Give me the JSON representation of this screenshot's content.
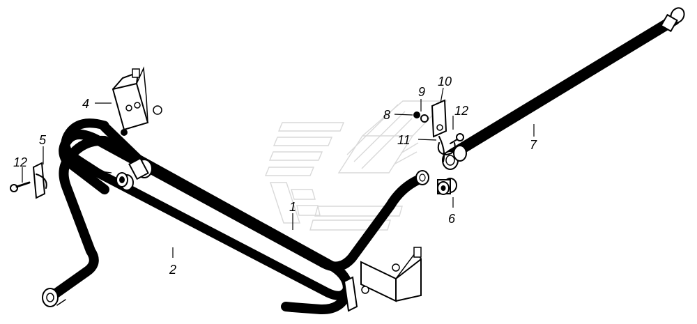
{
  "labels": {
    "l1": "1",
    "l2": "2",
    "l4": "4",
    "l5": "5",
    "l6a": "6",
    "l6b": "6",
    "l7": "7",
    "l8": "8",
    "l9": "9",
    "l10": "10",
    "l11": "11",
    "l12a": "12",
    "l12b": "12"
  },
  "colors": {
    "line": "#000000",
    "background": "#ffffff",
    "watermark": "#d9d9d9"
  },
  "icons": {
    "watermark": "kamaz-logo-watermark"
  }
}
